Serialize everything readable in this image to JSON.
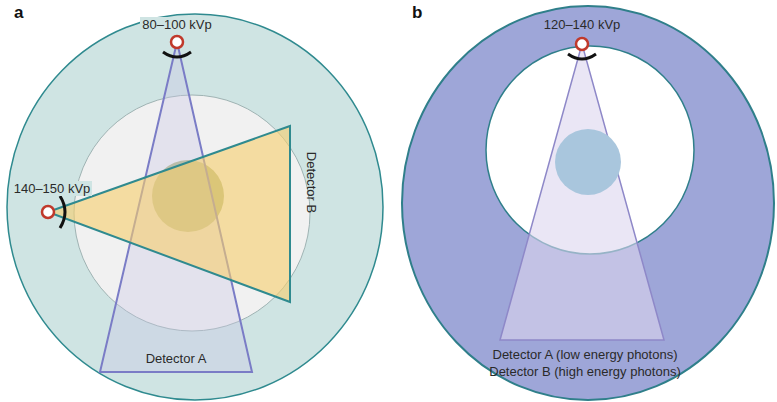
{
  "diagram": {
    "labels": [
      "a",
      "b",
      "80–100 kVp",
      "140–150 kVp",
      "Detector B",
      "Detector A",
      "120–140 kVp",
      "Detector A (low energy photons)",
      "Detector B (high energy photons)"
    ]
  }
}
